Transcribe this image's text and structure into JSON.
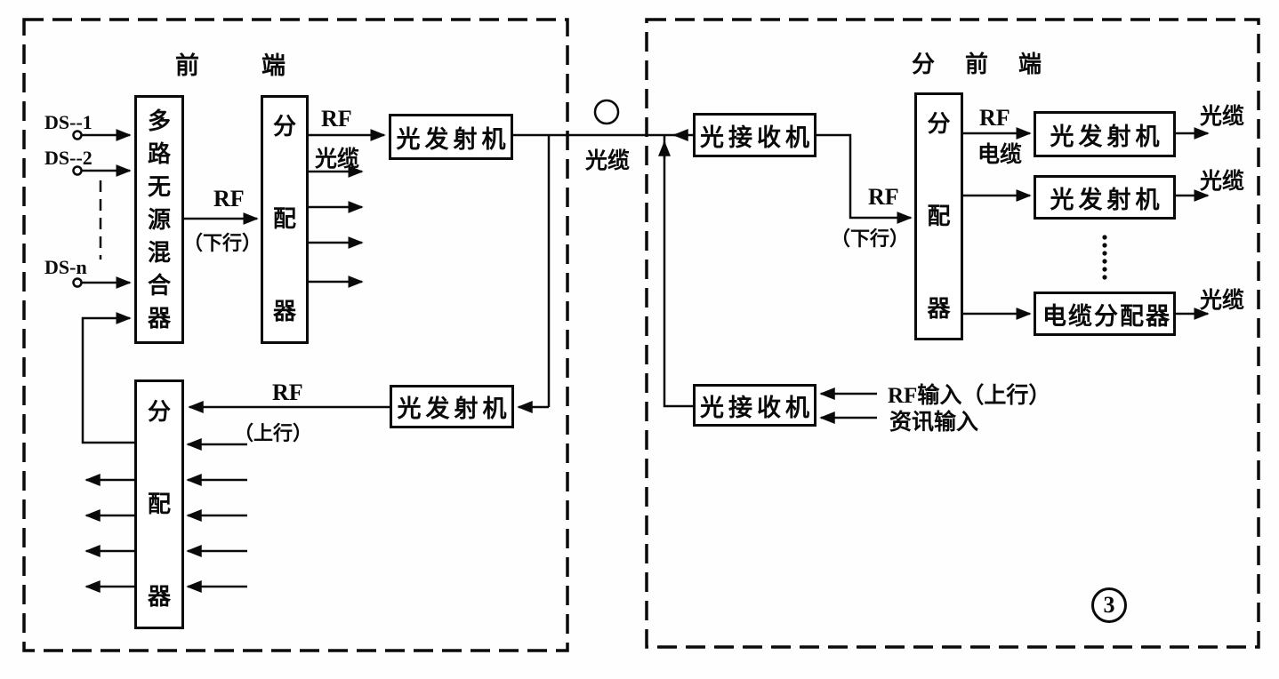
{
  "headend": {
    "title": "前端",
    "inputs": [
      "DS--1",
      "DS--2",
      "DS-n"
    ],
    "mixer": "多路无源混合器",
    "splitter_down": "分配器",
    "optical_tx_down": "光发射机",
    "rf_down_label": "RF",
    "rf_down_sub": "（下行）",
    "rf_out_label": "RF",
    "rf_out_sub": "光缆",
    "optical_tx_up": "光发射机",
    "rf_up_label": "RF",
    "rf_up_sub": "（上行）",
    "splitter_up": "分配器"
  },
  "trunk": {
    "fiber_label": "光缆"
  },
  "subheadend": {
    "title": "分前端",
    "optical_rx_down": "光接收机",
    "rf_down_label": "RF",
    "rf_down_sub": "（下行）",
    "splitter": "分配器",
    "out_rf_label": "RF",
    "out_cable_label": "电缆",
    "optical_tx_1": "光发射机",
    "optical_tx_2": "光发射机",
    "cable_splitter": "电缆分配器",
    "fiber_out_1": "光缆",
    "fiber_out_2": "光缆",
    "fiber_out_3": "光缆",
    "optical_rx_up": "光接收机",
    "rx_up_input_1": "RF输入（上行）",
    "rx_up_input_2": "资讯输入",
    "figure_number": "3"
  }
}
